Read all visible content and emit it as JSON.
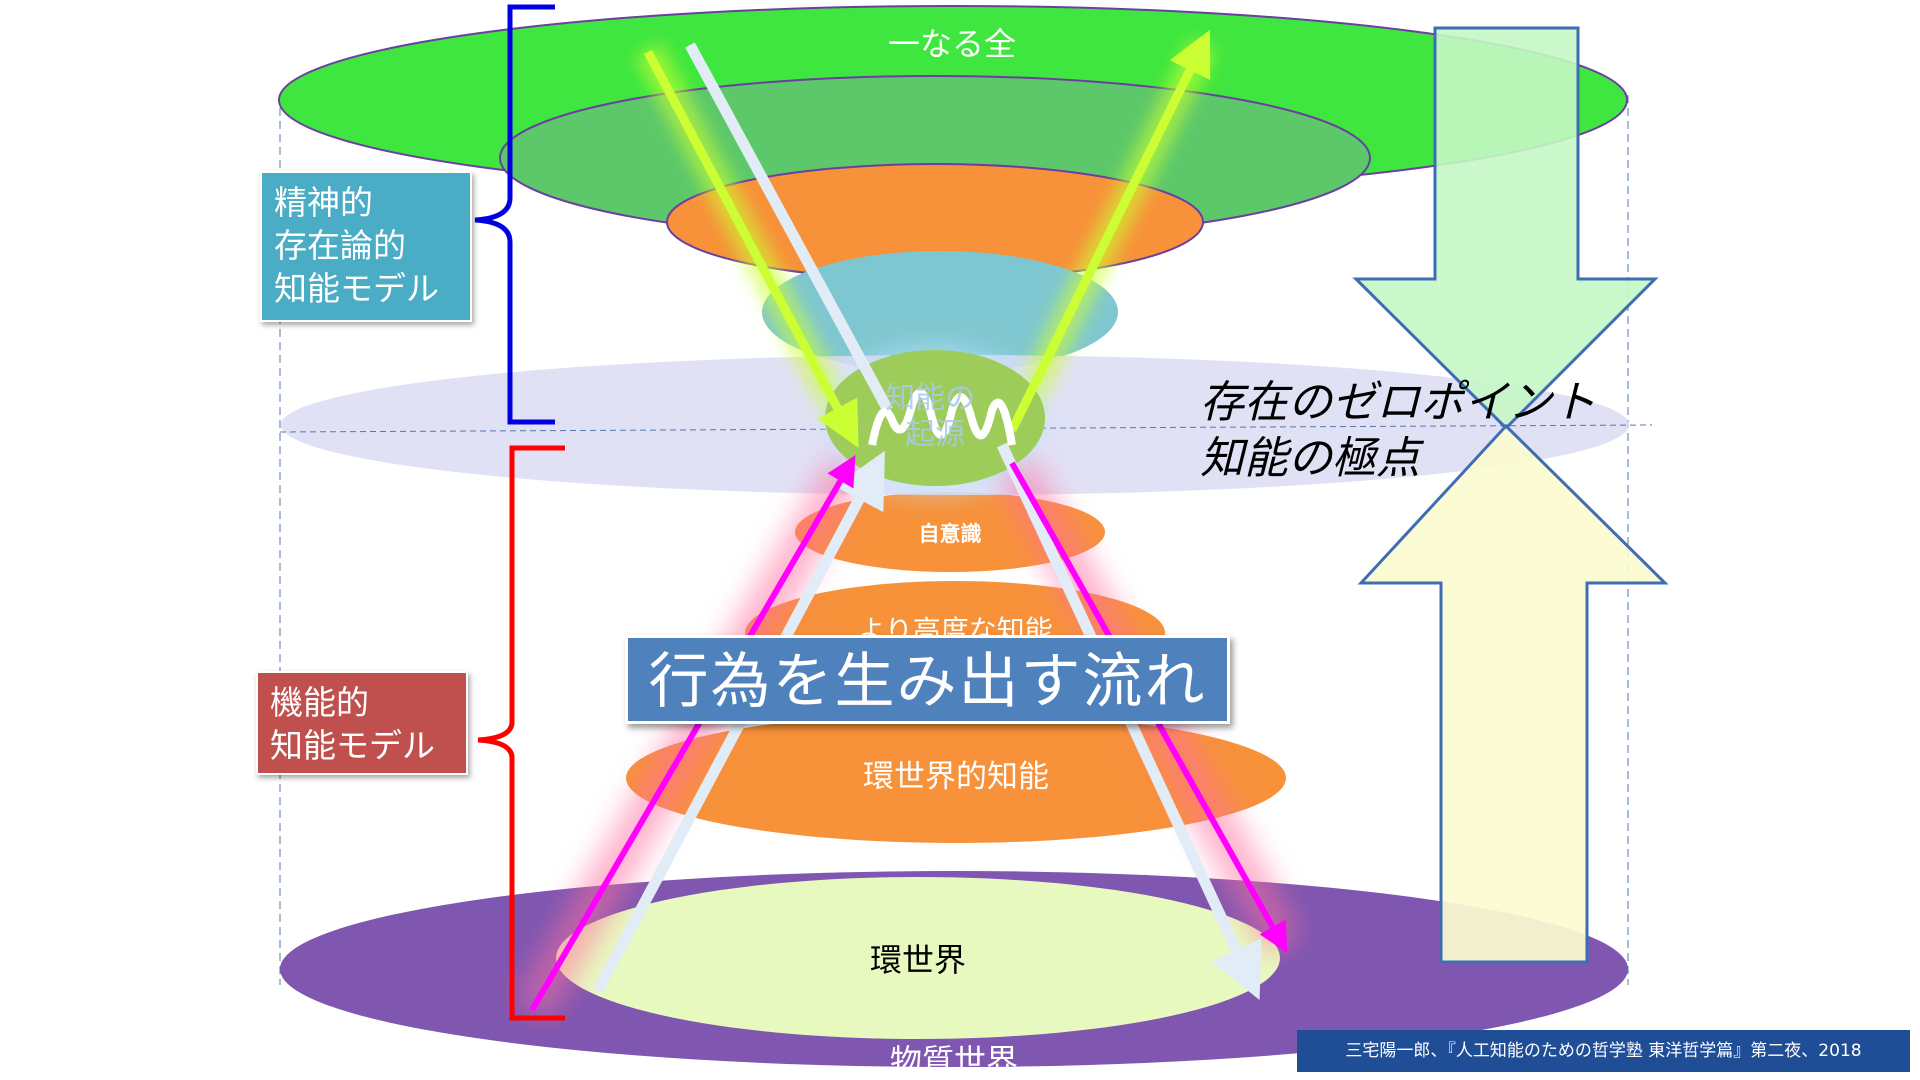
{
  "layers": {
    "top": "一なる全",
    "self_awareness": "自意識",
    "higher_intelligence": "より高度な知能",
    "umwelt_intelligence": "環世界的知能",
    "umwelt": "環世界",
    "material_world": "物質世界",
    "intelligence_origin": "知能の\n起源"
  },
  "labels": {
    "spiritual_model": "精神的\n存在論的\n知能モデル",
    "functional_model": "機能的\n知能モデル"
  },
  "banner": "行為を生み出す流れ",
  "zero_point": {
    "line1": "存在のゼロポイント",
    "line2": "知能の極点"
  },
  "citation": "三宅陽一郎、『人工知能のための哲学塾 東洋哲学篇』第二夜、2018",
  "colors": {
    "top_ellipse": "#3fe63f",
    "upper_disc": "#5cc86a",
    "orange_disc": "#f7913a",
    "teal_disc": "#7fc7d0",
    "plane": "#dcdcf5",
    "core": "#9dcc5a",
    "material": "#7f56b0",
    "umwelt": "#e8f9c0",
    "yellow_green_arrow": "#ccff33",
    "magenta_arrow": "#ff00ff",
    "white_arrow": "#e2ecf6",
    "down_arrow": "#c5f7c5",
    "up_arrow": "#fbfccf",
    "spiritual_bracket": "#0000e0",
    "functional_bracket": "#ff0000"
  }
}
